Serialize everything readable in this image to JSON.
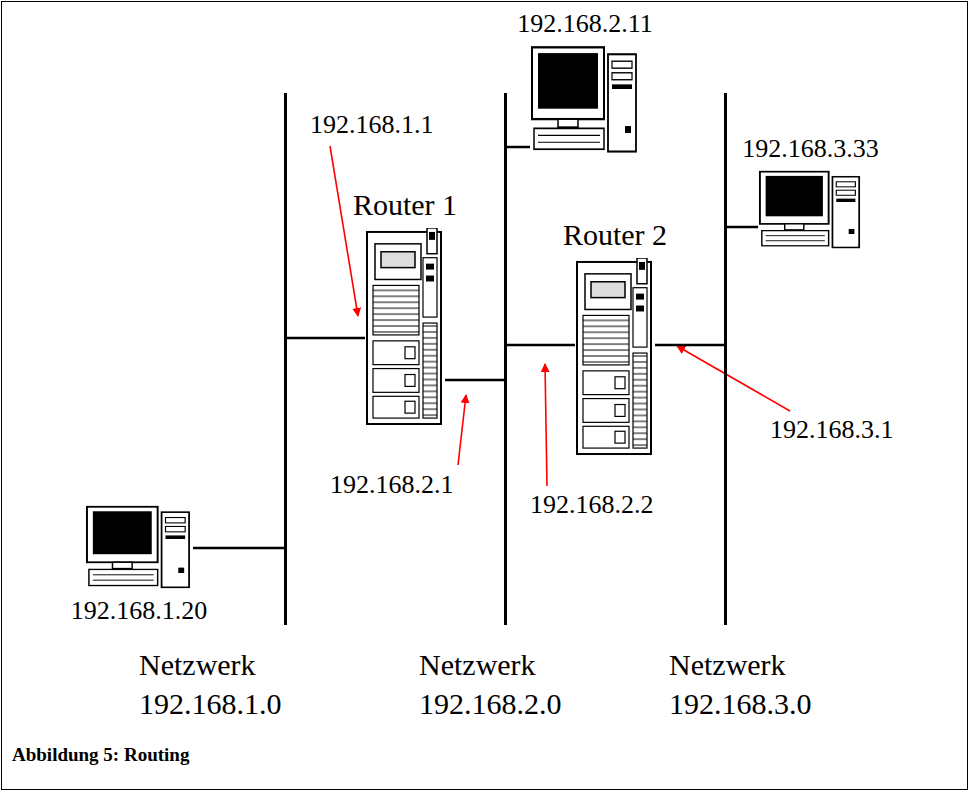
{
  "diagram": {
    "caption": "Abbildung 5: Routing",
    "nodes": [
      {
        "text": [
          "192.168.2.11"
        ]
      },
      {
        "text": [
          "192.168.3.33"
        ]
      },
      {
        "text": [
          "Router 1"
        ]
      },
      {
        "text": [
          "Router 2"
        ]
      },
      {
        "text": [
          "192.168.1.20"
        ]
      },
      {
        "text": [
          "Netzwerk 192.168.1.0"
        ]
      },
      {
        "text": [
          "Netzwerk 192.168.2.0"
        ]
      },
      {
        "text": [
          "Netzwerk 192.168.3.0"
        ]
      }
    ],
    "edges": [
      {
        "from": 0,
        "to": 6,
        "arrow": "none"
      },
      {
        "from": 1,
        "to": 7,
        "arrow": "none"
      },
      {
        "from": 5,
        "to": 2,
        "arrow": "none"
      },
      {
        "from": 2,
        "to": 6,
        "arrow": "none"
      },
      {
        "from": 6,
        "to": 3,
        "arrow": "none"
      },
      {
        "from": 3,
        "to": 7,
        "arrow": "none"
      },
      {
        "from": 4,
        "to": 5,
        "arrow": "none"
      }
    ],
    "labels": [
      "192.168.1.1",
      "192.168.2.1",
      "192.168.2.2",
      "192.168.3.1"
    ]
  }
}
